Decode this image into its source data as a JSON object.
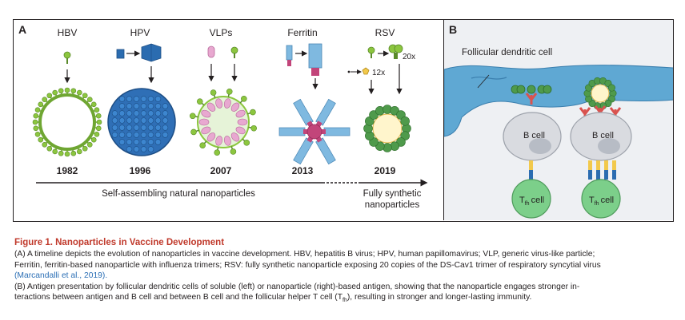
{
  "panel_a": {
    "letter": "A",
    "columns": [
      {
        "name": "HBV",
        "year": "1982"
      },
      {
        "name": "HPV",
        "year": "1996"
      },
      {
        "name": "VLPs",
        "year": "2007"
      },
      {
        "name": "Ferritin",
        "year": "2013"
      },
      {
        "name": "RSV",
        "year": "2019"
      }
    ],
    "rsv_multipliers": {
      "twenty": "20x",
      "twelve": "12x"
    },
    "timeline_natural": "Self-assembling natural nanoparticles",
    "timeline_synthetic_line1": "Fully synthetic",
    "timeline_synthetic_line2": "nanoparticles"
  },
  "panel_b": {
    "letter": "B",
    "fdc_label": "Follicular dendritic cell",
    "b_cell_label": "B cell",
    "t_cell_prefix": "T",
    "t_cell_sub": "fh",
    "t_cell_suffix": "cell"
  },
  "caption": {
    "title": "Figure 1.  Nanoparticles in Vaccine Development",
    "line1": "(A) A timeline depicts the evolution of nanoparticles in vaccine development. HBV, hepatitis B virus; HPV, human papillomavirus; VLP, generic virus-like particle;",
    "line2": "Ferritin, ferritin-based nanoparticle with influenza trimers; RSV: fully synthetic nanoparticle exposing 20 copies of the DS-Cav1 trimer of respiratory syncytial virus",
    "citation": "(Marcandalli et al., 2019).",
    "line4": "(B) Antigen presentation by follicular dendritic cells of soluble (left) or nanoparticle (right)-based antigen, showing that the nanoparticle engages stronger in-",
    "line5_a": "teractions between antigen and B cell and between B cell and the follicular helper T cell (T",
    "line5_sub": "fh",
    "line5_b": "), resulting in stronger and longer-lasting immunity."
  },
  "colors": {
    "caption_title": "#c0392b",
    "citation_link": "#2a6eb5",
    "hbv_green": "#8cc63f",
    "hpv_blue": "#2b6cb0",
    "vlp_pink": "#e8a8d0",
    "ferritin_blue": "#7fb9e0",
    "ferritin_core": "#c2457a",
    "rsv_green": "#4f9a4b",
    "fdc_blue": "#5fa8d3",
    "b_cell_grey": "#d9dbe0",
    "t_cell_green": "#7ccf8a",
    "receptor_red": "#d9534f"
  }
}
